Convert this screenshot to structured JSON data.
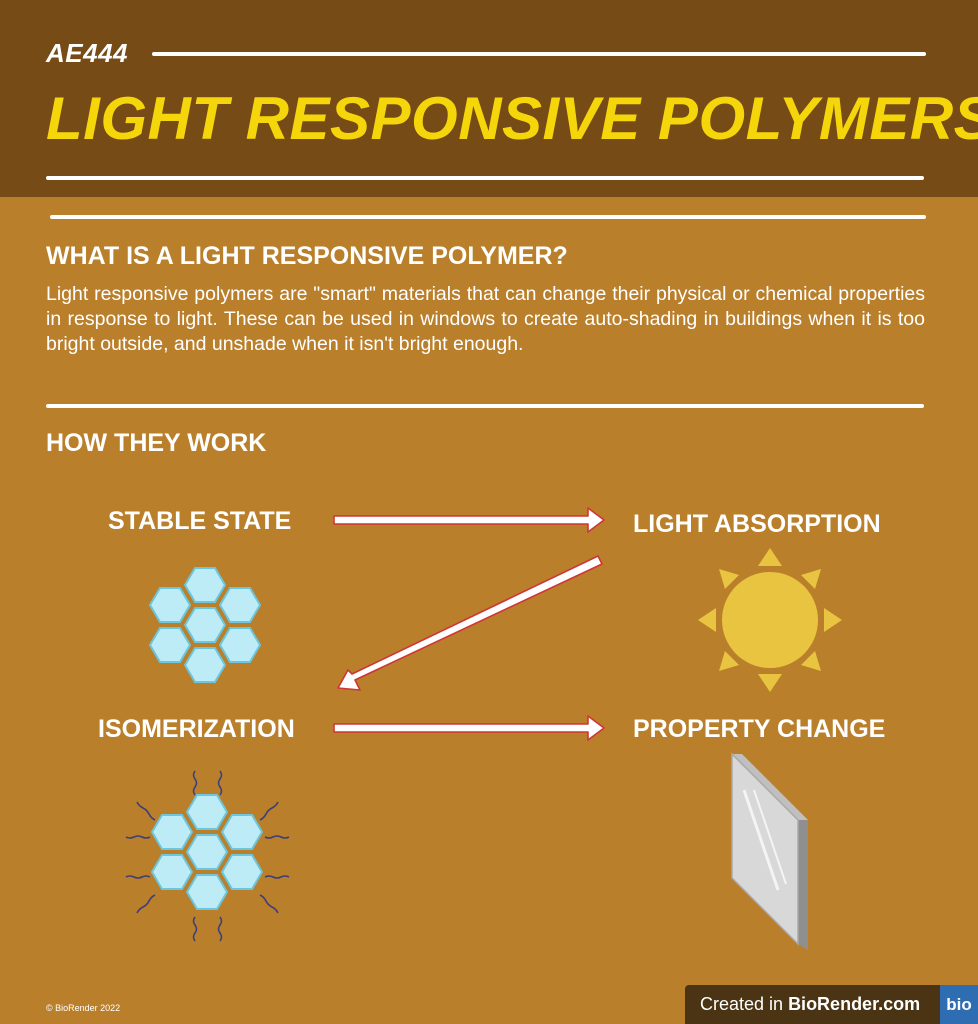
{
  "header": {
    "course_code": "AE444",
    "title": "LIGHT RESPONSIVE POLYMERS"
  },
  "section1": {
    "heading": "WHAT IS A LIGHT RESPONSIVE POLYMER?",
    "text": "Light responsive polymers are \"smart\" materials that can change their physical or chemical properties in response to light.  These can be used in windows to create auto-shading in buildings when it is too bright outside, and unshade when it isn't bright enough."
  },
  "section2": {
    "heading": "HOW THEY WORK",
    "steps": [
      {
        "label": "STABLE STATE",
        "icon": "polymer-hexagon-icon"
      },
      {
        "label": "LIGHT ABSORPTION",
        "icon": "sun-icon"
      },
      {
        "label": "ISOMERIZATION",
        "icon": "isomerized-polymer-icon"
      },
      {
        "label": "PROPERTY CHANGE",
        "icon": "glass-pane-icon"
      }
    ]
  },
  "footer": {
    "copyright": "© BioRender 2022",
    "created_in": "Created in ",
    "brand": "BioRender.com",
    "logo": "bio"
  },
  "colors": {
    "background": "#ba7f2b",
    "header_background": "#764b16",
    "title_yellow": "#f5d60a",
    "hexagon_fill": "#bdecf7",
    "sun": "#e9c441",
    "arrow_outline": "#d03535"
  }
}
